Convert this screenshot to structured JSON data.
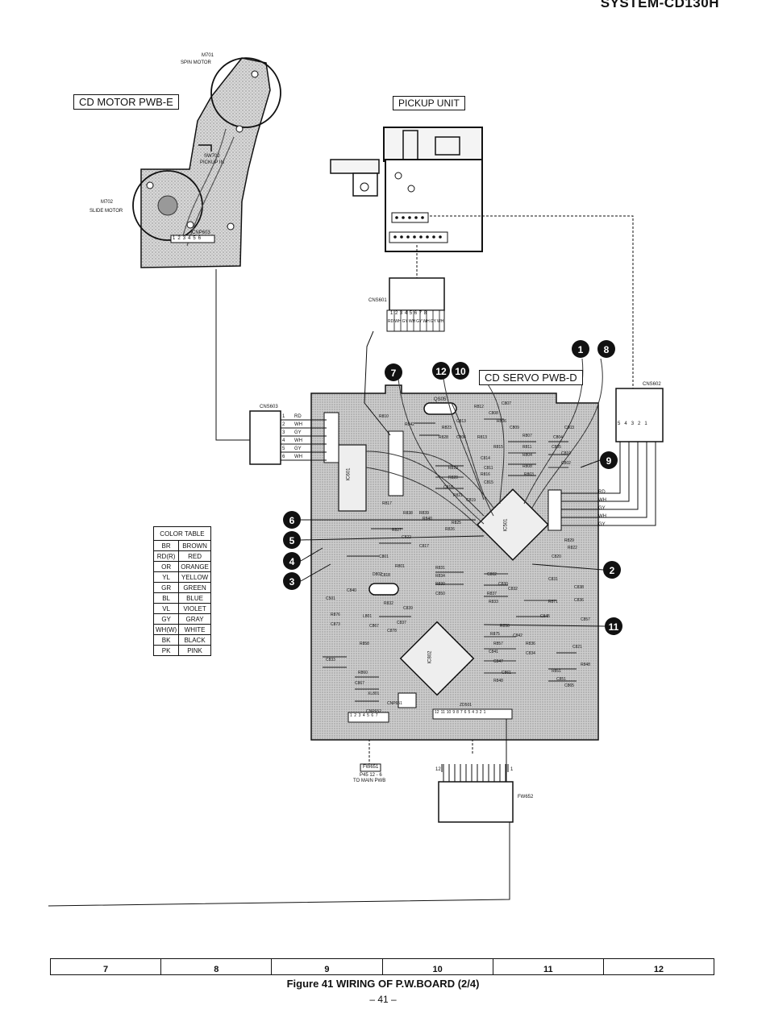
{
  "header": {
    "title": "SYSTEM-CD130H"
  },
  "cd_motor": {
    "title": "CD MOTOR PWB-E",
    "m701_ref": "M701",
    "m701_name": "SPIN MOTOR",
    "m702_ref": "M702",
    "m702_name": "SLIDE MOTOR",
    "sw_ref": "SW702",
    "sw_name": "PICKUP IN",
    "connector": "CNP603",
    "pins": [
      "1",
      "2",
      "3",
      "4",
      "5",
      "6"
    ]
  },
  "pickup": {
    "title": "PICKUP UNIT"
  },
  "cns601": {
    "ref": "CNS601",
    "pins": [
      "1",
      "2",
      "3",
      "4",
      "5",
      "6",
      "7",
      "8"
    ],
    "wires": [
      "RD",
      "WH",
      "GY",
      "WH",
      "GY",
      "WH",
      "GY",
      "WH"
    ]
  },
  "cns603": {
    "ref": "CNS603",
    "pins": [
      "1",
      "2",
      "3",
      "4",
      "5",
      "6"
    ],
    "wires": [
      "RD",
      "WH",
      "GY",
      "WH",
      "GY",
      "WH"
    ]
  },
  "cns602": {
    "ref": "CNS602",
    "pins": [
      "5",
      "4",
      "3",
      "2",
      "1"
    ],
    "wires": [
      "RD",
      "WH",
      "GY",
      "WH",
      "GY"
    ]
  },
  "servo": {
    "title": "CD SERVO PWB-D",
    "ic_labels": [
      "IC601",
      "IC501",
      "IC802",
      "QS05"
    ],
    "parts": [
      "R810",
      "R812",
      "C807",
      "C808",
      "R806",
      "C809",
      "R842",
      "R823",
      "C813",
      "R828",
      "R813",
      "C806",
      "C804",
      "R807",
      "C803",
      "R815",
      "R811",
      "C805",
      "R804",
      "C811",
      "C814",
      "R808",
      "R816",
      "C815",
      "R819",
      "R803",
      "C810",
      "R820",
      "C818",
      "C802",
      "R821",
      "C819",
      "R817",
      "R838",
      "R839",
      "R840",
      "R825",
      "R826",
      "R827",
      "C822",
      "C817",
      "R829",
      "R822",
      "C801",
      "R801",
      "C818",
      "C820",
      "R831",
      "C802",
      "R834",
      "C830",
      "R830",
      "C832",
      "R837",
      "C850",
      "R833",
      "R871",
      "C838",
      "C836",
      "C831",
      "C840",
      "C839",
      "R876",
      "R832",
      "L801",
      "C837",
      "C873",
      "R858",
      "C845",
      "C857",
      "C867",
      "C878",
      "R875",
      "C842",
      "R857",
      "R836",
      "C841",
      "C834",
      "R858",
      "C833",
      "C847",
      "R860",
      "C861",
      "R848",
      "C851",
      "C865",
      "C867",
      "XL801",
      "CNP651",
      "CNP652",
      "ZD501",
      "C501",
      "D802",
      "C821",
      "R848",
      "R851"
    ]
  },
  "callouts": [
    "1",
    "8",
    "7",
    "12",
    "10",
    "9",
    "6",
    "5",
    "4",
    "3",
    "2",
    "11"
  ],
  "color_table": {
    "title": "COLOR TABLE",
    "rows": [
      [
        "BR",
        "BROWN"
      ],
      [
        "RD(R)",
        "RED"
      ],
      [
        "OR",
        "ORANGE"
      ],
      [
        "YL",
        "YELLOW"
      ],
      [
        "GR",
        "GREEN"
      ],
      [
        "BL",
        "BLUE"
      ],
      [
        "VL",
        "VIOLET"
      ],
      [
        "GY",
        "GRAY"
      ],
      [
        "WH(W)",
        "WHITE"
      ],
      [
        "BK",
        "BLACK"
      ],
      [
        "PK",
        "PINK"
      ]
    ]
  },
  "fw651": {
    "ref": "FW651",
    "dest1": "P45 12 - 6",
    "dest2": "TO MAIN PWB"
  },
  "fw652": {
    "ref": "FW652",
    "pin_left": "12",
    "pin_right": "1"
  },
  "cnp651_pins": [
    "1",
    "2",
    "3",
    "4",
    "5",
    "6",
    "7"
  ],
  "cnp652_pins": [
    "12",
    "11",
    "10",
    "9",
    "8",
    "7",
    "6",
    "5",
    "4",
    "3",
    "2",
    "1"
  ],
  "grid_strip": [
    "7",
    "8",
    "9",
    "10",
    "11",
    "12"
  ],
  "caption": "Figure 41 WIRING OF P.W.BOARD (2/4)",
  "page_number": "– 41 –",
  "colors": {
    "ink": "#111111",
    "board": "#c8c8c8",
    "motor_board": "#cfcfcf"
  }
}
